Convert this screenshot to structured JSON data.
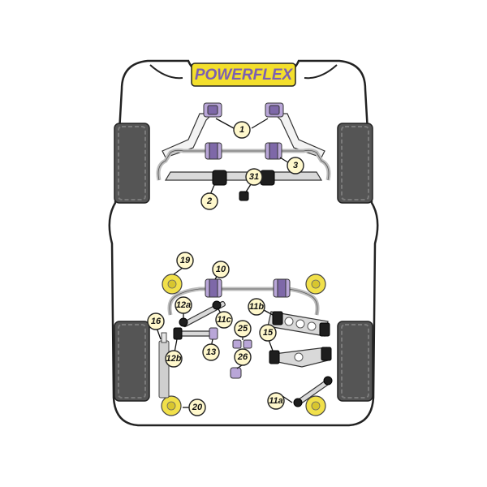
{
  "brand": {
    "name": "POWERFLEX"
  },
  "colors": {
    "brand_text": "#7b5fb3",
    "brand_bg": "#f3df2c",
    "bushing_purple": "#b9a6d8",
    "bushing_yellow": "#f1e04a",
    "bushing_black": "#1e1e1e"
  },
  "callouts": [
    {
      "id": "1",
      "label": "1"
    },
    {
      "id": "2",
      "label": "2"
    },
    {
      "id": "3",
      "label": "3"
    },
    {
      "id": "31",
      "label": "31"
    },
    {
      "id": "19",
      "label": "19"
    },
    {
      "id": "10",
      "label": "10"
    },
    {
      "id": "12a",
      "label": "12a"
    },
    {
      "id": "11c",
      "label": "11c"
    },
    {
      "id": "11b",
      "label": "11b"
    },
    {
      "id": "16",
      "label": "16"
    },
    {
      "id": "25",
      "label": "25"
    },
    {
      "id": "15",
      "label": "15"
    },
    {
      "id": "12b",
      "label": "12b"
    },
    {
      "id": "13",
      "label": "13"
    },
    {
      "id": "26",
      "label": "26"
    },
    {
      "id": "20",
      "label": "20"
    },
    {
      "id": "11a",
      "label": "11a"
    }
  ]
}
